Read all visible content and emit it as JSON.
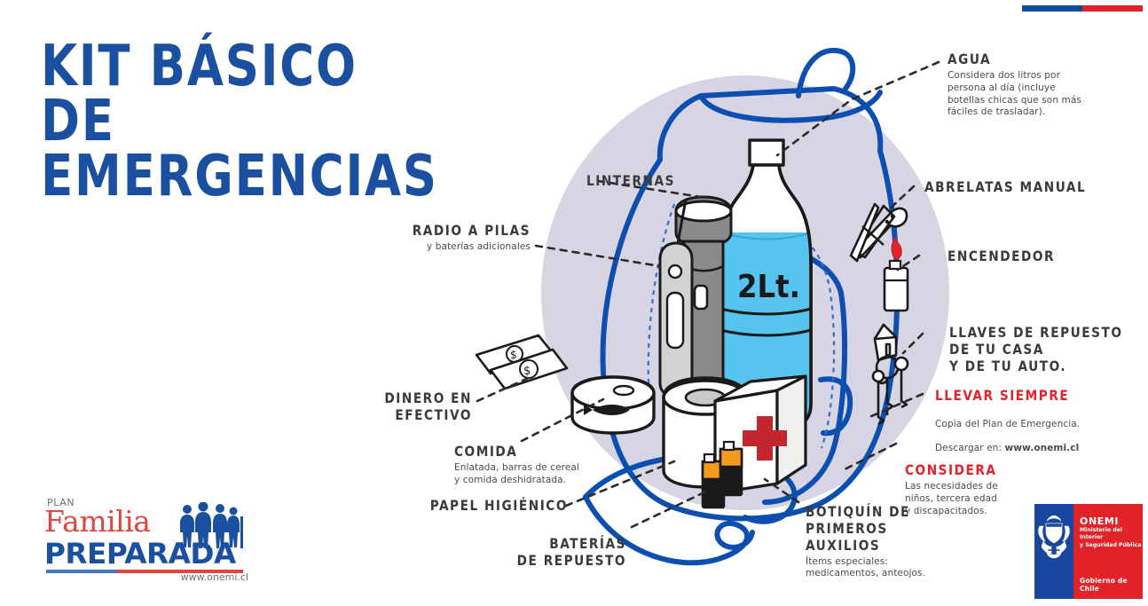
{
  "meta": {
    "poster_title_line1": "KIT BÁSICO DE",
    "poster_title_line2": "EMERGENCIAS",
    "bottle_label": "2Lt."
  },
  "colors": {
    "brand_blue": "#1b4fa0",
    "illustration_blue": "#0d4fb0",
    "accent_red": "#e2232a",
    "label_gray": "#3b3b3b",
    "body_gray": "#4a4a4a",
    "circle_lavender": "#d7d5e3",
    "flag_blue": "#0f4c9e"
  },
  "top_flag": {
    "blue": "#0f4c9e",
    "red": "#e2232a"
  },
  "labels": {
    "agua": {
      "heading": "AGUA",
      "body": "Considera dos litros por\npersona al día (incluye\nbotellas chicas que son más\nfáciles de trasladar)."
    },
    "abrelatas": {
      "heading": "ABRELATAS MANUAL",
      "body": ""
    },
    "encendedor": {
      "heading": "ENCENDEDOR",
      "body": ""
    },
    "llaves": {
      "heading": "LLAVES DE REPUESTO DE TU CASA\nY DE TU AUTO.",
      "body": ""
    },
    "llevar_siempre": {
      "heading": "LLEVAR SIEMPRE",
      "body_line1": "Copia del Plan de Emergencia.",
      "body_line2_prefix": "Descargar en: ",
      "body_line2_url": "www.onemi.cl"
    },
    "considera": {
      "heading": "CONSIDERA",
      "body": "Las necesidades de\nniños, tercera edad\ny discapacitados."
    },
    "linternas": {
      "heading": "LINTERNAS",
      "body": ""
    },
    "radio": {
      "heading": "RADIO A PILAS",
      "body": "y baterías adicionales"
    },
    "dinero": {
      "heading": "DINERO EN\nEFECTIVO",
      "body": ""
    },
    "comida": {
      "heading": "COMIDA",
      "body": "Enlatada, barras de cereal\ny comida deshidratada."
    },
    "papel": {
      "heading": "PAPEL HIGIÉNICO",
      "body": ""
    },
    "baterias": {
      "heading": "BATERÍAS\nDE REPUESTO",
      "body": ""
    },
    "botiquin": {
      "heading": "BOTIQUÍN DE\nPRIMEROS AUXILIOS",
      "body": "Ítems especiales:\nmedicamentos, anteojos."
    }
  },
  "plan_logo": {
    "plan": "PLAN",
    "familia": "Familia",
    "preparada": "PREPARADA",
    "url": "www.onemi.cl"
  },
  "onemi_logo": {
    "name": "ONEMI",
    "ministry": "Ministerio del Interior\ny Seguridad Pública",
    "government": "Gobierno de Chile"
  }
}
